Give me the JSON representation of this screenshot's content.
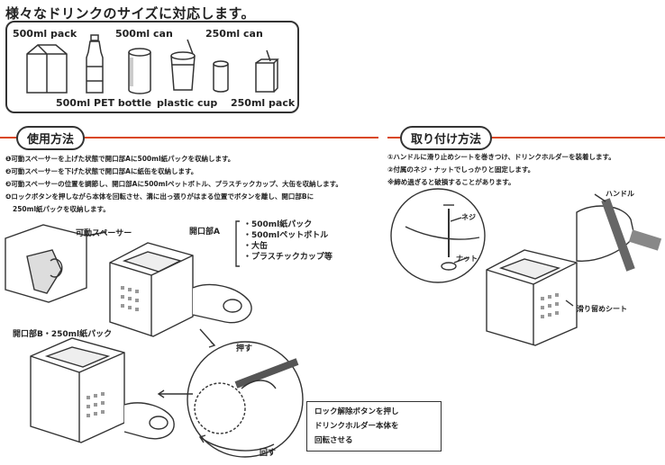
{
  "header": {
    "title": "様々なドリンクのサイズに対応します。"
  },
  "drinks": {
    "pack500": "500ml pack",
    "can500": "500ml can",
    "can250": "250ml can",
    "pet500": "500ml PET bottle",
    "cup": "plastic cup",
    "pack250": "250ml pack"
  },
  "usage": {
    "title": "使用方法",
    "steps": [
      "❶可動スペーサーを上げた状態で開口部Aに500ml紙パックを収納します。",
      "❷可動スペーサーを下げた状態で開口部Aに紙缶を収納します。",
      "❸可動スペーサーの位置を調節し、開口部Aに500mlペットボトル、プラスチックカップ、大缶を収納します。",
      "❹ロックボタンを押しながら本体を回転させ、溝に出っ張りがはまる位置でボタンを離し、開口部Bに",
      "250ml紙パックを収納します。"
    ],
    "spacer_label": "可動スペーサー",
    "opening_a": "開口部A",
    "opening_a_list": [
      "・500ml紙パック",
      "・500mlペットボトル",
      "・大缶",
      "・プラスチックカップ等"
    ],
    "opening_b": "開口部B・250ml紙パック",
    "push": "押す",
    "rotate": "回す",
    "callout": [
      "ロック解除ボタンを押し",
      "ドリンクホルダー本体を",
      "回転させる"
    ]
  },
  "install": {
    "title": "取り付け方法",
    "steps": [
      "①ハンドルに滑り止めシートを巻きつけ、ドリンクホルダーを装着します。",
      "②付属のネジ・ナットでしっかりと固定します。",
      "※締め過ぎると破損することがあります。"
    ],
    "handle": "ハンドル",
    "screw": "ネジ",
    "nut": "ナット",
    "sheet": "滑り留めシート"
  },
  "colors": {
    "accent": "#d9471a",
    "ink": "#333333"
  }
}
